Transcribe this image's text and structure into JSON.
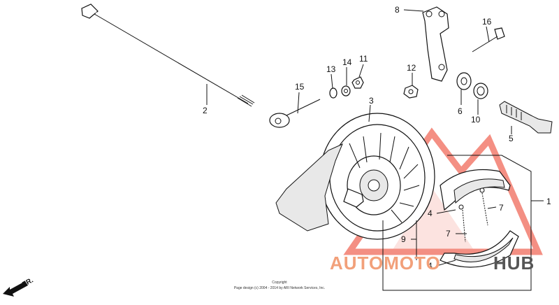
{
  "labels": {
    "p1": "1",
    "p2": "2",
    "p3": "3",
    "p4a": "4",
    "p4b": "4",
    "p5": "5",
    "p6": "6",
    "p7a": "7",
    "p7b": "7",
    "p8": "8",
    "p9": "9",
    "p10": "10",
    "p11": "11",
    "p12": "12",
    "p13": "13",
    "p14": "14",
    "p15": "15",
    "p16": "16"
  },
  "direction": "FR.",
  "copyright": {
    "line1": "Copyright",
    "line2": "Page design (c) 2004 - 2014 by ARI Network Services, Inc."
  },
  "watermark": {
    "part1": "AUTOMOTO",
    "part2": "HUB",
    "color_primary": "#f2a07a",
    "color_secondary": "#555555",
    "triangle_color": "#f06a5a"
  }
}
